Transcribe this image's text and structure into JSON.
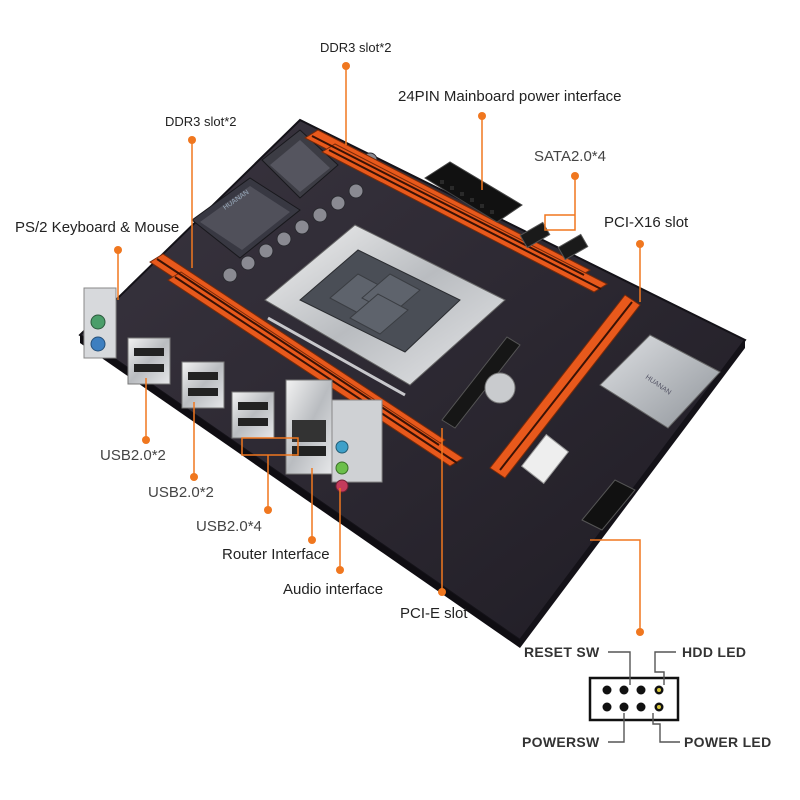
{
  "labels": {
    "ddr3_top": "DDR3 slot*2",
    "ddr3_left": "DDR3 slot*2",
    "power_24pin": "24PIN Mainboard power interface",
    "sata": "SATA2.0*4",
    "pci_x16": "PCI-X16 slot",
    "ps2": "PS/2 Keyboard & Mouse",
    "usb_1": "USB2.0*2",
    "usb_2": "USB2.0*2",
    "usb_3": "USB2.0*4",
    "router": "Router Interface",
    "audio": "Audio interface",
    "pcie": "PCI-E slot"
  },
  "front_panel": {
    "reset": "RESET SW",
    "hdd": "HDD LED",
    "power_sw": "POWERSW",
    "power_led": "POWER  LED"
  },
  "board": {
    "heatsink_text": "HUANAN",
    "vrm_heatsink_text": "HUANAN"
  },
  "colors": {
    "accent": "#f0771f",
    "board": "#2b2730",
    "dimm_slot": "#e8591c",
    "callout_line": "#f0771f"
  }
}
